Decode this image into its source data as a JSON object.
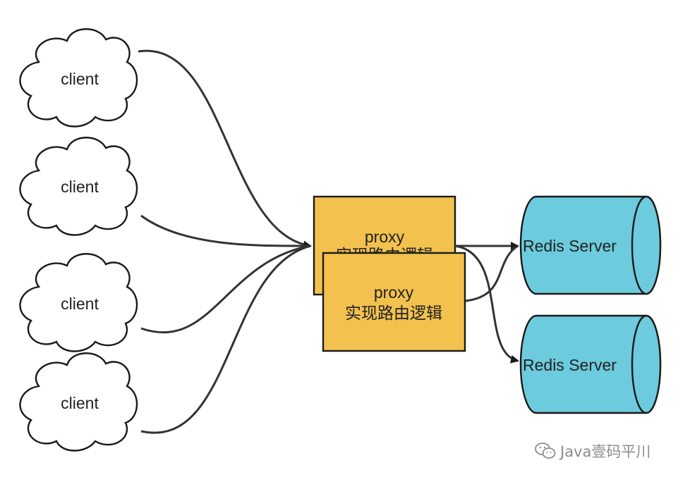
{
  "clients": [
    {
      "label": "client"
    },
    {
      "label": "client"
    },
    {
      "label": "client"
    },
    {
      "label": "client"
    }
  ],
  "proxies": [
    {
      "title": "proxy",
      "subtitle": "实现路由逻辑"
    },
    {
      "title": "proxy",
      "subtitle": "实现路由逻辑"
    }
  ],
  "servers": [
    {
      "label": "Redis Server"
    },
    {
      "label": "Redis Server"
    }
  ],
  "watermark": {
    "text": "Java壹码平川",
    "icon": "wechat-icon"
  },
  "colors": {
    "proxy_fill": "#f2c14e",
    "server_fill": "#6ccbdc",
    "stroke": "#1a1a1a",
    "cloud_fill": "#ffffff",
    "watermark": "#8c8c8c"
  }
}
